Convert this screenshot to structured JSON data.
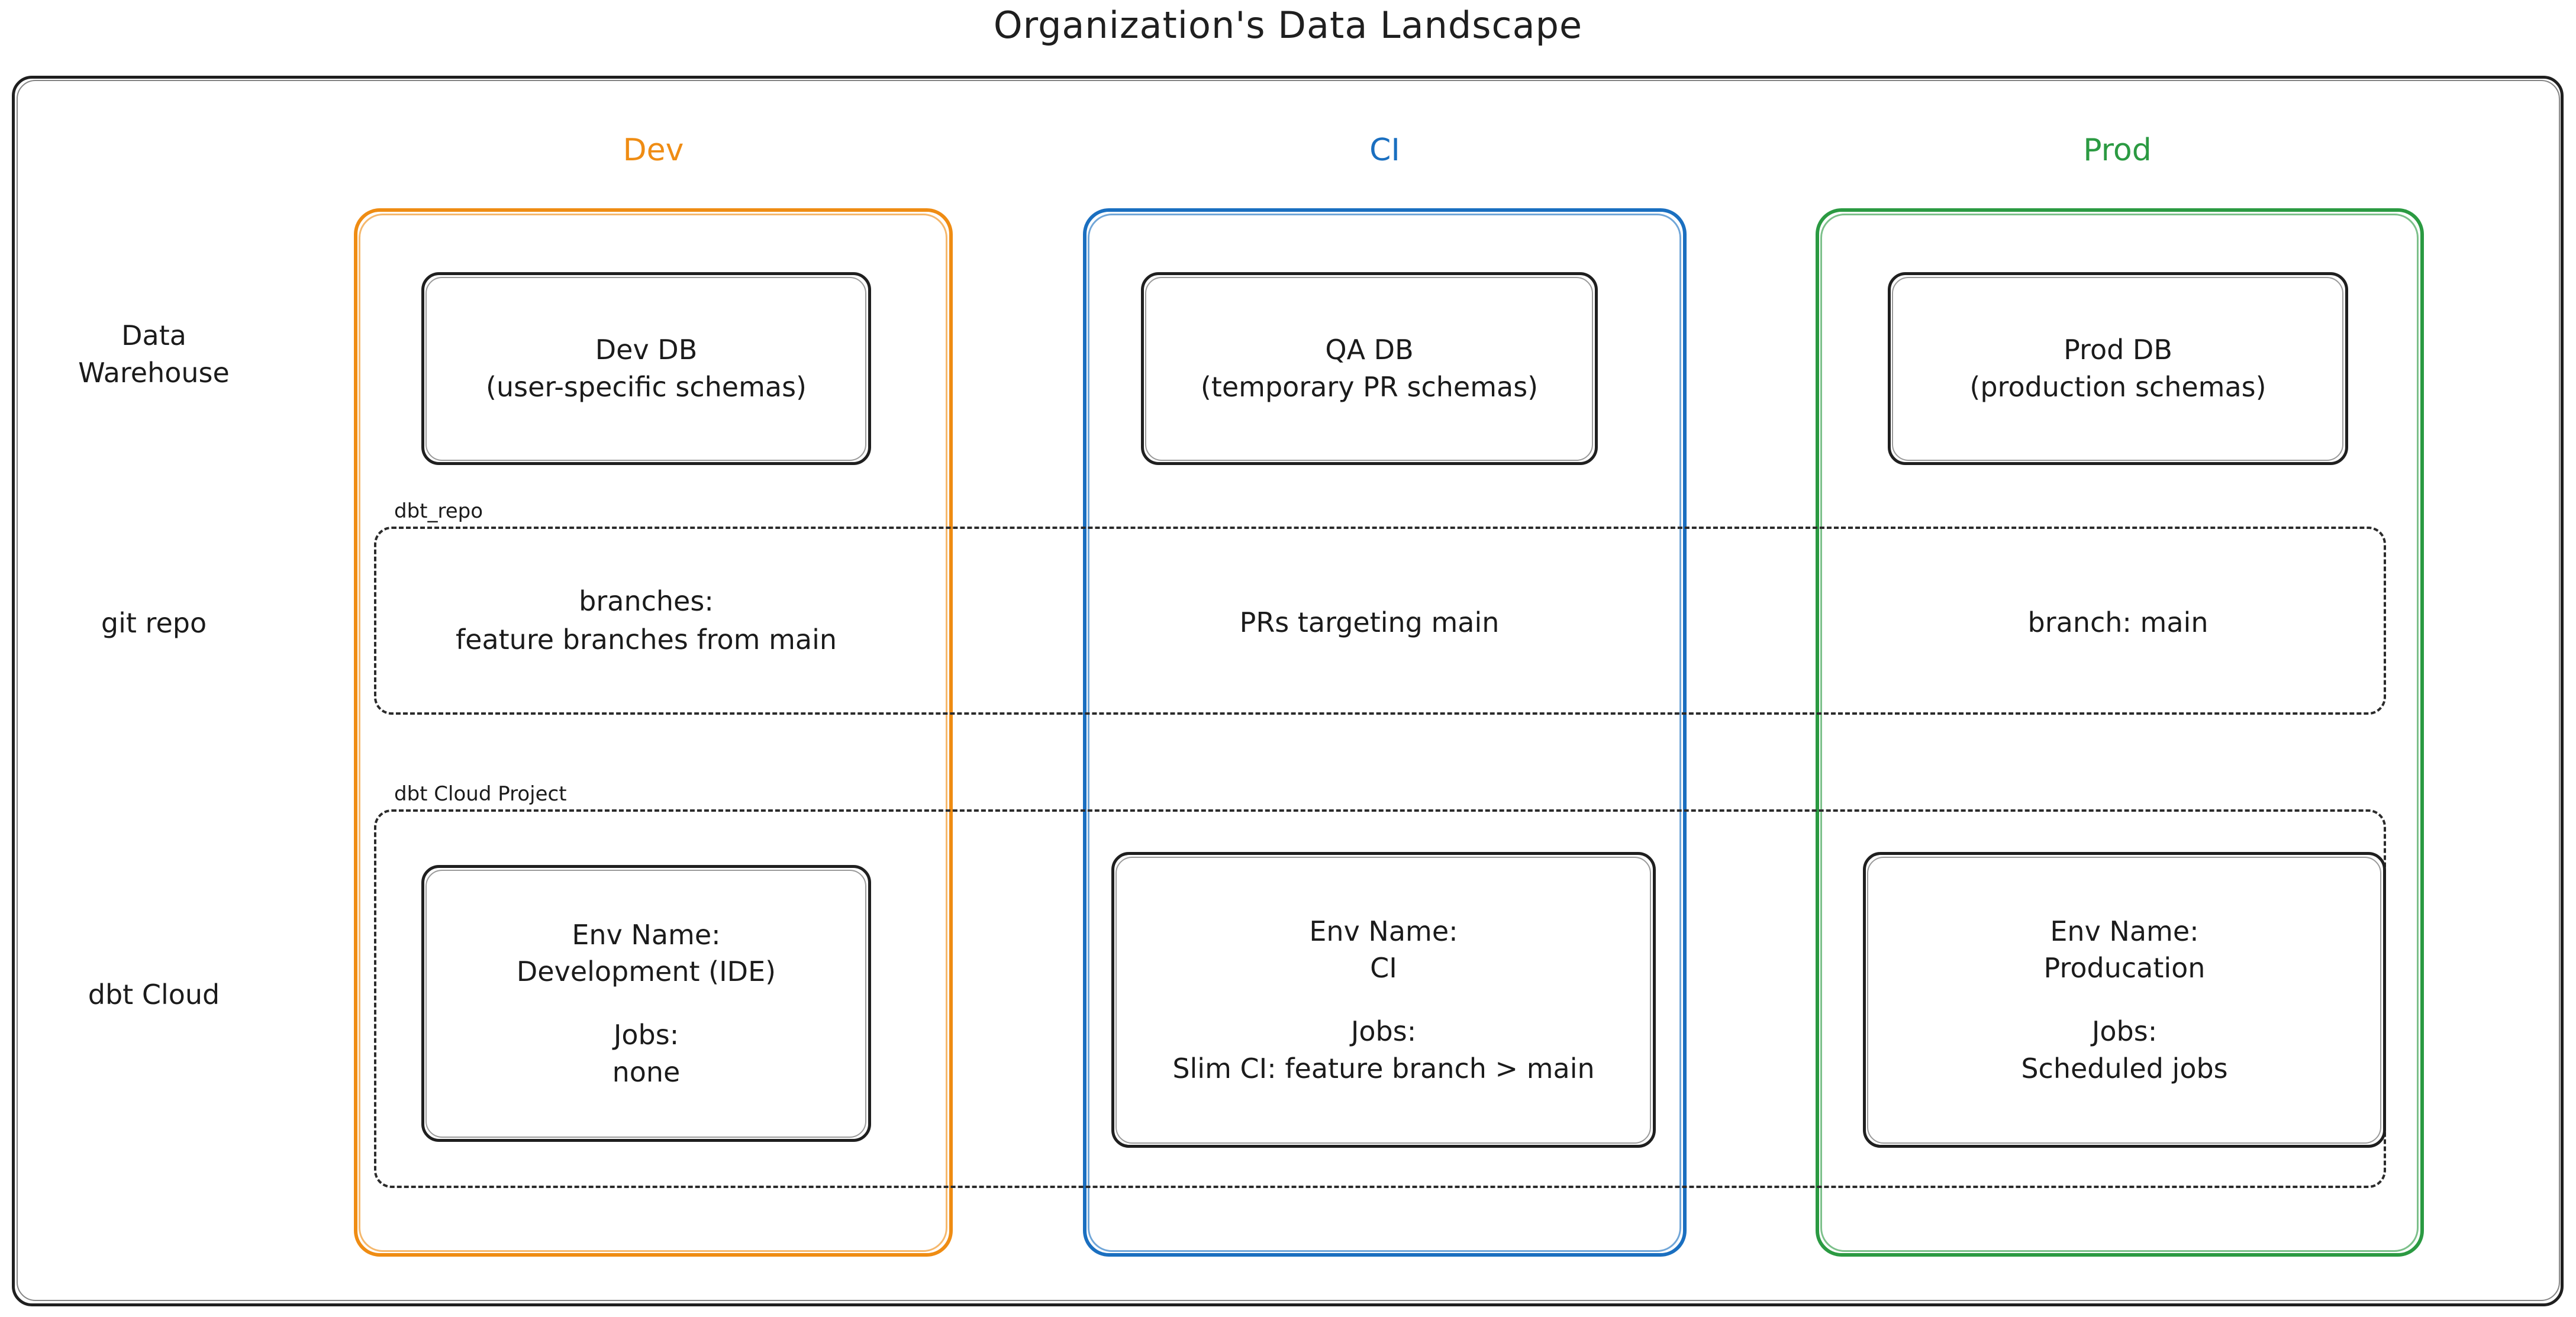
{
  "title": "Organization's Data Landscape",
  "environments": [
    {
      "key": "dev",
      "label": "Dev",
      "color": "#ef8c13"
    },
    {
      "key": "ci",
      "label": "CI",
      "color": "#1a6fc0"
    },
    {
      "key": "prod",
      "label": "Prod",
      "color": "#2b9a42"
    }
  ],
  "rows": [
    {
      "key": "warehouse",
      "label_line1": "Data",
      "label_line2": "Warehouse"
    },
    {
      "key": "git",
      "label_line1": "git repo",
      "label_line2": ""
    },
    {
      "key": "dbt_cloud",
      "label_line1": "dbt Cloud",
      "label_line2": ""
    }
  ],
  "groups": {
    "git_repo": {
      "label": "dbt_repo"
    },
    "dbt_cloud_project": {
      "label": "dbt Cloud Project"
    }
  },
  "warehouse": {
    "dev": {
      "line1": "Dev DB",
      "line2": "(user-specific schemas)"
    },
    "ci": {
      "line1": "QA DB",
      "line2": "(temporary PR schemas)"
    },
    "prod": {
      "line1": "Prod DB",
      "line2": "(production schemas)"
    }
  },
  "git_repo": {
    "dev": {
      "line1": "branches:",
      "line2": "feature branches from main"
    },
    "ci": {
      "line1": "PRs targeting main",
      "line2": ""
    },
    "prod": {
      "line1": "branch: main",
      "line2": ""
    }
  },
  "dbt_cloud": {
    "dev": {
      "env_label": "Env Name:",
      "env_value": "Development (IDE)",
      "jobs_label": "Jobs:",
      "jobs_value": "none"
    },
    "ci": {
      "env_label": "Env Name:",
      "env_value": "CI",
      "jobs_label": "Jobs:",
      "jobs_value": "Slim CI: feature branch > main"
    },
    "prod": {
      "env_label": "Env Name:",
      "env_value": "Producation",
      "jobs_label": "Jobs:",
      "jobs_value": "Scheduled jobs"
    }
  }
}
